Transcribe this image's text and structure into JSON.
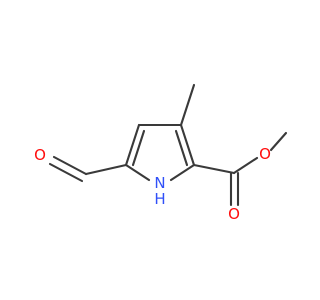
{
  "atoms": {
    "formyl_oxygen": "O",
    "ester_carbonyl_oxygen": "O",
    "ester_ether_oxygen": "O",
    "ring_nitrogen": "N",
    "ring_nitrogen_hydrogen": "H"
  },
  "colors": {
    "oxygen": "#ff0d0d",
    "nitrogen": "#3050f8",
    "bond": "#3a3a3a",
    "background": "#ffffff"
  }
}
